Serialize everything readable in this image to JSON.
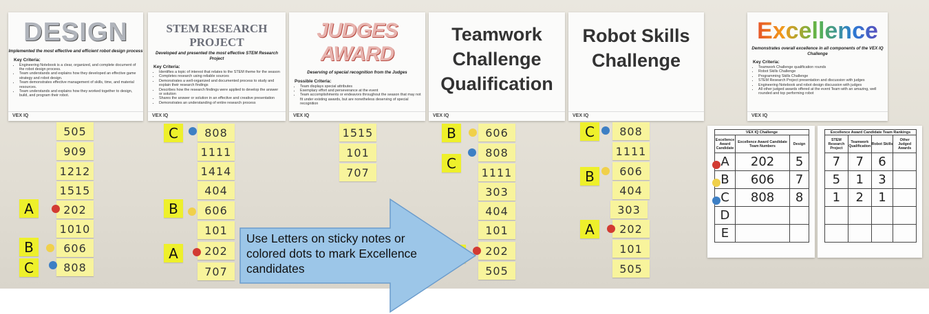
{
  "posters": {
    "design": {
      "title": "DESIGN",
      "subtitle": "Implemented the most effective and efficient robot design process",
      "criteria_heading": "Key Criteria:",
      "bullets": [
        "Engineering Notebook is a clear, organized, and complete document of the robot design process.",
        "Team understands and explains how they developed an effective game strategy and robot design.",
        "Team demonstrates effective management of skills, time, and material resources.",
        "Team understands and explains how they worked together to design, build, and program their robot."
      ]
    },
    "stem": {
      "title": "STEM RESEARCH PROJECT",
      "subtitle": "Developed and presented the most effective STEM Research Project",
      "criteria_heading": "Key Criteria:",
      "bullets": [
        "Identifies a topic of interest that relates to the STEM theme for the season",
        "Completes research using reliable sources",
        "Demonstrates a well-organized and documented process to study and explain their research findings",
        "Describes how the research findings were applied to develop the answer or solution",
        "Shares the answer or solution in an effective and creative presentation",
        "Demonstrates an understanding of entire research process"
      ]
    },
    "judges": {
      "title": "JUDGES AWARD",
      "subtitle": "Deserving of special recognition from the Judges",
      "criteria_heading": "Possible Criteria:",
      "bullets": [
        "Team displays special attributes",
        "Exemplary effort and perseverance at the event",
        "Team accomplishments or endeavors throughout the season that may not fit under existing awards, but are nonetheless deserving of special recognition"
      ]
    },
    "teamwork": {
      "line1": "Teamwork",
      "line2": "Challenge",
      "line3": "Qualification"
    },
    "skills": {
      "line1": "Robot Skills",
      "line2": "Challenge"
    },
    "excellence": {
      "title": "Excellence",
      "subtitle": "Demonstrates overall excellence in all components of the VEX IQ Challenge",
      "criteria_heading": "Key Criteria:",
      "bullets": [
        "Teamwork Challenge qualification rounds",
        "Robot Skills Challenge",
        "Programming Skills Challenge",
        "STEM Research Project presentation and discussion with judges",
        "Engineering Notebook and robot design discussion with judges",
        "All other judged awards offered at the event Team with an amazing, well rounded and top performing robot"
      ]
    },
    "footer_brand": "VEX IQ"
  },
  "columns": {
    "design": [
      "505",
      "909",
      "1212",
      "1515",
      "202",
      "1010",
      "606",
      "808"
    ],
    "stem": [
      "808",
      "1111",
      "1414",
      "404",
      "606",
      "101",
      "202",
      "707"
    ],
    "judges": [
      "1515",
      "101",
      "707"
    ],
    "teamwork": [
      "606",
      "808",
      "1111",
      "303",
      "404",
      "101",
      "202",
      "505"
    ],
    "skills": [
      "808",
      "1111",
      "606",
      "404",
      "303",
      "202",
      "101",
      "505"
    ]
  },
  "letters": {
    "a": "A",
    "b": "B",
    "c": "C"
  },
  "callout": {
    "text": "Use Letters on sticky notes or colored dots to mark Excellence candidates"
  },
  "colors": {
    "dot_a": "#d23b32",
    "dot_b": "#f0d04a",
    "dot_c": "#3d7fc4",
    "arrow_fill": "#9cc6e8",
    "arrow_stroke": "#6b9ccc",
    "note": "#f8f49c",
    "letter_note": "#eef02b"
  },
  "sheet1": {
    "caption": "VEX IQ Challenge",
    "headers": [
      "Excellence Award Candidate",
      "Excellence Award Candidate Team Numbers",
      "Design"
    ],
    "rows": [
      {
        "letter": "A",
        "team": "202",
        "design": "5"
      },
      {
        "letter": "B",
        "team": "606",
        "design": "7"
      },
      {
        "letter": "C",
        "team": "808",
        "design": "8"
      },
      {
        "letter": "D",
        "team": "",
        "design": ""
      },
      {
        "letter": "E",
        "team": "",
        "design": ""
      }
    ]
  },
  "sheet2": {
    "caption": "Excellence Award Candidate Team Rankings",
    "headers": [
      "STEM Research Project",
      "Teamwork Qualification",
      "Robot Skills",
      "Other Judged Awards"
    ],
    "rows": [
      {
        "stem": "7",
        "teamwork": "7",
        "skills": "6",
        "other": ""
      },
      {
        "stem": "5",
        "teamwork": "1",
        "skills": "3",
        "other": ""
      },
      {
        "stem": "1",
        "teamwork": "2",
        "skills": "1",
        "other": ""
      },
      {
        "stem": "",
        "teamwork": "",
        "skills": "",
        "other": ""
      },
      {
        "stem": "",
        "teamwork": "",
        "skills": "",
        "other": ""
      }
    ]
  }
}
